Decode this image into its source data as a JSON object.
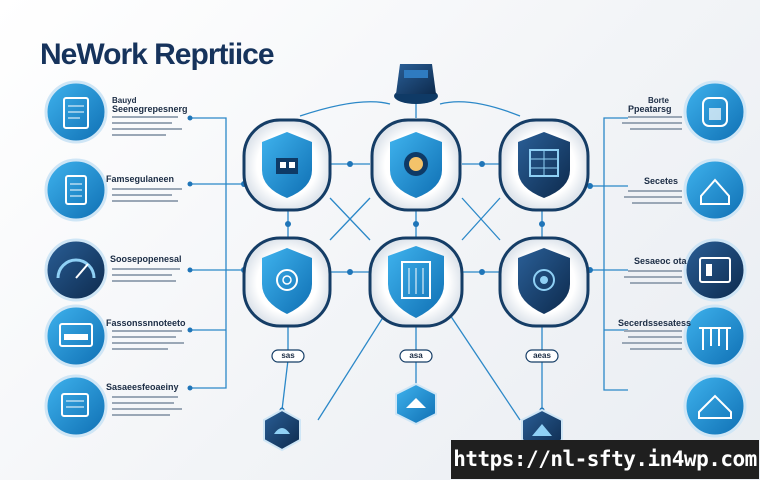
{
  "title": "NeWork Reprtiice",
  "left_labels": [
    "Seenegrepesnerg",
    "Famsegulaneen",
    "Soosepopenesal",
    "Fassonssnnoteeto",
    "Sasaeesfeoaeiny"
  ],
  "left_label_small": "Bauyd",
  "right_labels": [
    "Ppeatarsg",
    "Secetes",
    "Sesaeoc ota",
    "Secerdssesatess"
  ],
  "right_label_small": "Borte",
  "node_tags": [
    "sas",
    "asa",
    "aeas"
  ],
  "url": "https://nl-sfty.in4wp.com",
  "colors": {
    "primary": "#1f8fd6",
    "dark": "#14365e",
    "line": "#2b88c8",
    "bg": "#f4f6f9"
  },
  "icons": {
    "left": [
      "tablet-icon",
      "document-icon",
      "gauge-icon",
      "server-icon",
      "document-stack-icon"
    ],
    "right": [
      "building-icon",
      "house-icon",
      "network-device-icon",
      "bridge-icon",
      "warehouse-icon"
    ],
    "center": [
      "house-shield-icon",
      "globe-shield-icon",
      "grid-shield-icon",
      "fingerprint-shield-icon",
      "building-shield-icon",
      "eye-shield-icon"
    ],
    "bottom": [
      "cloud-shield-icon",
      "cloud-shield-icon",
      "ship-icon"
    ],
    "top": "router-icon"
  }
}
